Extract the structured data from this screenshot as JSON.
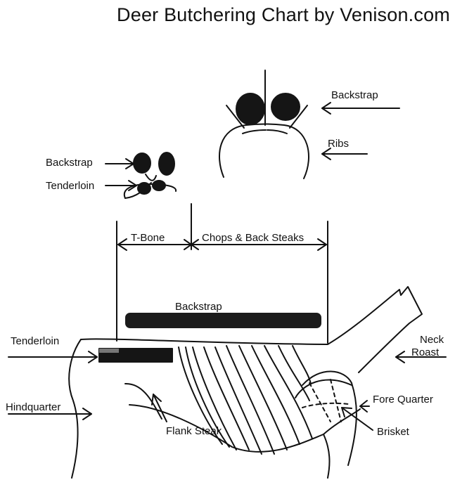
{
  "title": "Deer Butchering Chart by Venison.com",
  "labels": {
    "backstrap_top": "Backstrap",
    "ribs": "Ribs",
    "backstrap_mid": "Backstrap",
    "tenderloin_mid": "Tenderloin",
    "tbone": "T-Bone",
    "chops": "Chops & Back Steaks",
    "backstrap_bar": "Backstrap",
    "tenderloin_side": "Tenderloin",
    "neck_roast_1": "Neck",
    "neck_roast_2": "Roast",
    "hindquarter": "Hindquarter",
    "flank_steak": "Flank Steak",
    "fore_quarter": "Fore Quarter",
    "brisket": "Brisket"
  },
  "colors": {
    "ink": "#111111",
    "meat": "#1a1a1a"
  }
}
